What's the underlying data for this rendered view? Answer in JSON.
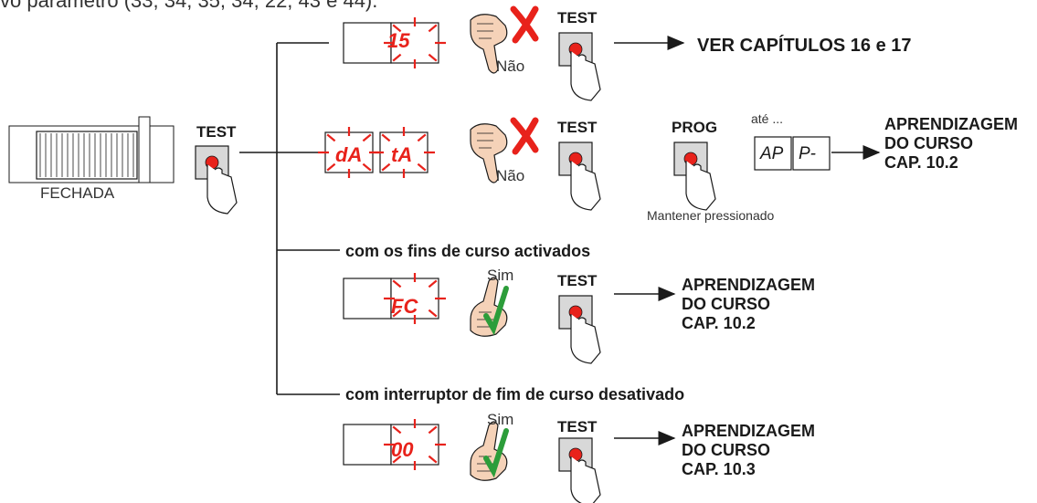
{
  "intro_text": "vo parâmetro (33, 34, 35, 34, 22, 43 e 44).",
  "colors": {
    "led_red": "#e8221b",
    "check_green": "#2c9d3a",
    "hand_fill": "#f5d2b8",
    "line": "#1a1a1a"
  },
  "start": {
    "gate_state": "FECHADA",
    "button_label": "TEST"
  },
  "branches": [
    {
      "display": "15",
      "gesture_label": "Não",
      "button_label": "TEST",
      "result": "VER CAPÍTULOS 16 e 17"
    },
    {
      "display_1": "dA",
      "display_2": "tA",
      "gesture_label": "Não",
      "button_label": "TEST",
      "prog_label": "PROG",
      "prog_note": "Mantener pressionado",
      "until_label": "até ...",
      "until_display_1": "AP",
      "until_display_2": "P-",
      "result_lines": [
        "APRENDIZAGEM",
        "DO CURSO",
        "CAP. 10.2"
      ]
    },
    {
      "condition": "com os fins de curso activados",
      "display": "FC",
      "gesture_label": "Sim",
      "button_label": "TEST",
      "result_lines": [
        "APRENDIZAGEM",
        "DO CURSO",
        "CAP. 10.2"
      ]
    },
    {
      "condition": "com interruptor de fim de curso desativado",
      "display": "00",
      "gesture_label": "Sim",
      "button_label": "TEST",
      "result_lines": [
        "APRENDIZAGEM",
        "DO CURSO",
        "CAP. 10.3"
      ]
    }
  ]
}
